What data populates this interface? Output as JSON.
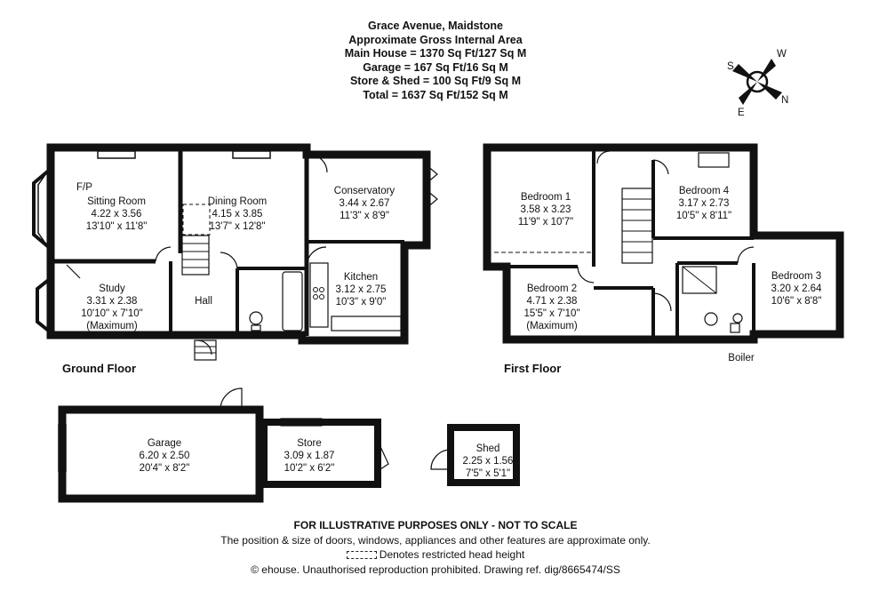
{
  "header": {
    "title": "Grace Avenue, Maidstone",
    "subtitle": "Approximate Gross Internal Area",
    "lines": [
      "Main House = 1370 Sq Ft/127 Sq M",
      "Garage = 167 Sq Ft/16 Sq M",
      "Store & Shed = 100 Sq Ft/9 Sq M",
      "Total = 1637 Sq Ft/152 Sq M"
    ]
  },
  "compass": {
    "n": "N",
    "e": "E",
    "s": "S",
    "w": "W"
  },
  "floors": {
    "ground": "Ground Floor",
    "first": "First Floor"
  },
  "rooms": {
    "sitting": {
      "name": "Sitting Room",
      "metric": "4.22 x 3.56",
      "imperial": "13'10\" x 11'8\"",
      "extra": "F/P"
    },
    "dining": {
      "name": "Dining Room",
      "metric": "4.15 x 3.85",
      "imperial": "13'7\" x 12'8\""
    },
    "conservatory": {
      "name": "Conservatory",
      "metric": "3.44 x 2.67",
      "imperial": "11'3\" x 8'9\""
    },
    "study": {
      "name": "Study",
      "metric": "3.31 x 2.38",
      "imperial": "10'10\" x 7'10\"",
      "note": "(Maximum)"
    },
    "hall": {
      "name": "Hall"
    },
    "kitchen": {
      "name": "Kitchen",
      "metric": "3.12 x 2.75",
      "imperial": "10'3\" x 9'0\""
    },
    "bed1": {
      "name": "Bedroom 1",
      "metric": "3.58 x 3.23",
      "imperial": "11'9\" x 10'7\""
    },
    "bed2": {
      "name": "Bedroom 2",
      "metric": "4.71 x 2.38",
      "imperial": "15'5\" x 7'10\"",
      "note": "(Maximum)"
    },
    "bed3": {
      "name": "Bedroom 3",
      "metric": "3.20 x 2.64",
      "imperial": "10'6\" x 8'8\""
    },
    "bed4": {
      "name": "Bedroom 4",
      "metric": "3.17 x 2.73",
      "imperial": "10'5\" x 8'11\""
    },
    "boiler": {
      "name": "Boiler"
    },
    "garage": {
      "name": "Garage",
      "metric": "6.20 x 2.50",
      "imperial": "20'4\" x 8'2\""
    },
    "store": {
      "name": "Store",
      "metric": "3.09 x 1.87",
      "imperial": "10'2\" x 6'2\""
    },
    "shed": {
      "name": "Shed",
      "metric": "2.25 x 1.56",
      "imperial": "7'5\" x 5'1\""
    }
  },
  "footer": {
    "title": "FOR ILLUSTRATIVE PURPOSES ONLY - NOT TO SCALE",
    "line1": "The position & size of doors, windows, appliances and other features are approximate only.",
    "legend": "Denotes restricted head height",
    "copyright": "© ehouse. Unauthorised reproduction prohibited. Drawing ref. dig/8665474/SS"
  }
}
